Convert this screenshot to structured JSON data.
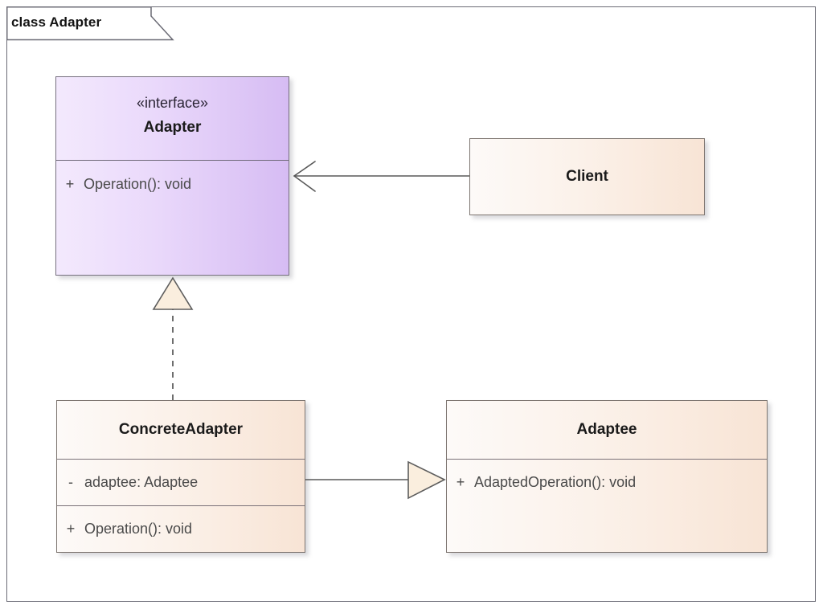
{
  "diagram": {
    "frame_label": "class Adapter",
    "type": "uml-class-diagram",
    "colors": {
      "interface_fill_left": "#f3e9fd",
      "interface_fill_right": "#d6bcf3",
      "class_fill_left": "#fdfaf8",
      "class_fill_right": "#f8e4d5",
      "border": "#7a7178",
      "frame_border": "#6b6b75",
      "arrow_line": "#585858",
      "arrowhead_fill": "#faeede"
    }
  },
  "classes": {
    "adapter": {
      "stereotype": "«interface»",
      "name": "Adapter",
      "operations": [
        {
          "visibility": "+",
          "signature": "Operation(): void"
        }
      ]
    },
    "client": {
      "name": "Client",
      "members": []
    },
    "concrete_adapter": {
      "name": "ConcreteAdapter",
      "attributes": [
        {
          "visibility": "-",
          "signature": "adaptee: Adaptee"
        }
      ],
      "operations": [
        {
          "visibility": "+",
          "signature": "Operation(): void"
        }
      ]
    },
    "adaptee": {
      "name": "Adaptee",
      "operations": [
        {
          "visibility": "+",
          "signature": "AdaptedOperation(): void"
        }
      ]
    }
  },
  "relationships": [
    {
      "id": "client-uses-adapter",
      "kind": "association",
      "line": "solid",
      "arrowhead": "open",
      "from": "Client",
      "to": "Adapter",
      "label": ""
    },
    {
      "id": "concreteadapter-realizes-adapter",
      "kind": "realization",
      "line": "dashed",
      "arrowhead": "hollow-triangle",
      "from": "ConcreteAdapter",
      "to": "Adapter",
      "label": ""
    },
    {
      "id": "concreteadapter-to-adaptee",
      "kind": "generalization",
      "line": "solid",
      "arrowhead": "hollow-triangle",
      "from": "ConcreteAdapter",
      "to": "Adaptee",
      "label": ""
    }
  ]
}
